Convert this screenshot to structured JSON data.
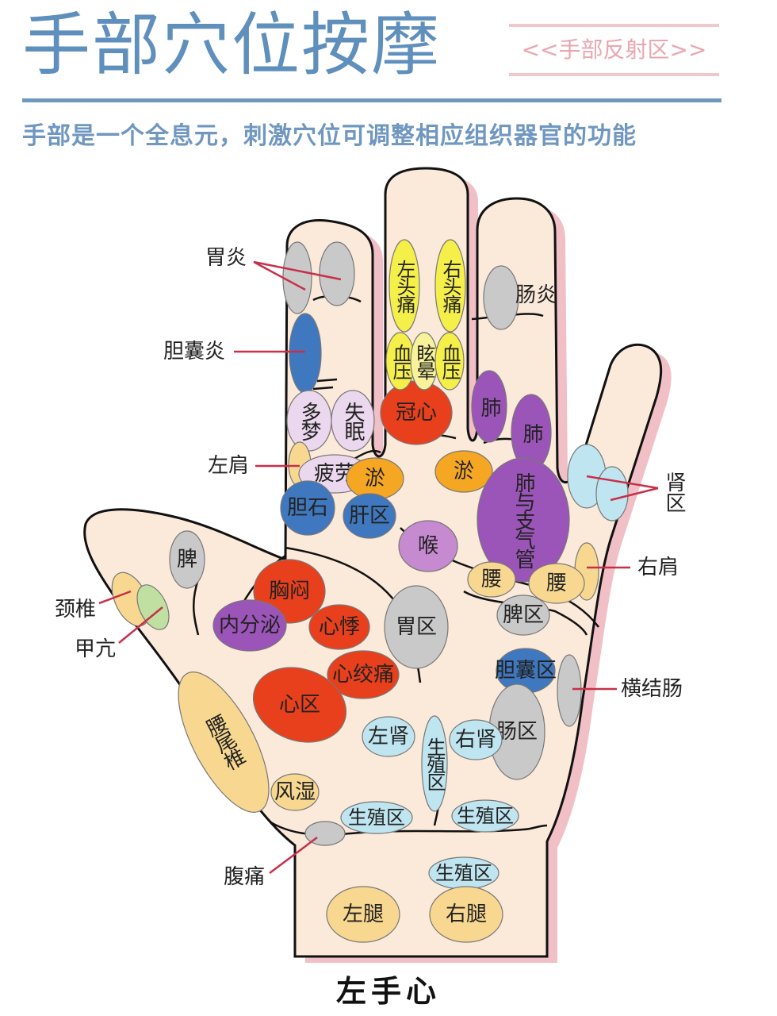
{
  "header": {
    "title": "手部穴位按摩",
    "badge": "<<手部反射区>>",
    "tagline": "手部是一个全息元，刺激穴位可调整相应组织器官的功能"
  },
  "colors": {
    "title": "#5f8fbc",
    "badge": "#e9a6b0",
    "skin": "#fbe9da",
    "shadow": "#f0c0c6",
    "callout": "#c8304a"
  },
  "regions": [
    {
      "label": "",
      "color": "#c9c9c9"
    },
    {
      "label": "",
      "color": "#c9c9c9"
    },
    {
      "label": "",
      "color": "#3f78be"
    },
    {
      "label": "多梦",
      "color": "#ecd8ee"
    },
    {
      "label": "失眠",
      "color": "#ecd8ee"
    },
    {
      "label": "",
      "color": "#f8d890"
    },
    {
      "label": "疲劳",
      "color": "#ecd8ee"
    },
    {
      "label": "胆石",
      "color": "#3f78be"
    },
    {
      "label": "淤",
      "color": "#f5a623"
    },
    {
      "label": "淤",
      "color": "#f5a623"
    },
    {
      "label": "肝区",
      "color": "#3f78be"
    },
    {
      "label": "喉",
      "color": "#c58ad0"
    },
    {
      "label": "冠心",
      "color": "#e8401c"
    },
    {
      "label": "左头痛",
      "color": "#f5ef4a"
    },
    {
      "label": "右头痛",
      "color": "#f5ef4a"
    },
    {
      "label": "血压",
      "color": "#f5ef4a"
    },
    {
      "label": "眩晕",
      "color": "#f8f29a"
    },
    {
      "label": "血压",
      "color": "#f5ef4a"
    },
    {
      "label": "",
      "color": "#c9c9c9"
    },
    {
      "label": "肺",
      "color": "#9b55b8"
    },
    {
      "label": "肺",
      "color": "#9b55b8"
    },
    {
      "label": "肺与支气管",
      "color": "#9b55b8"
    },
    {
      "label": "",
      "color": "#bfe6f0"
    },
    {
      "label": "",
      "color": "#bfe6f0"
    },
    {
      "label": "",
      "color": "#f8d890"
    },
    {
      "label": "腰",
      "color": "#f8d890"
    },
    {
      "label": "腰",
      "color": "#f8d890"
    },
    {
      "label": "脾",
      "color": "#c9c9c9"
    },
    {
      "label": "",
      "color": "#f8d890"
    },
    {
      "label": "",
      "color": "#bfe0a0"
    },
    {
      "label": "胸闷",
      "color": "#e8401c"
    },
    {
      "label": "内分泌",
      "color": "#9b55b8"
    },
    {
      "label": "心悸",
      "color": "#e8401c"
    },
    {
      "label": "心绞痛",
      "color": "#e8401c"
    },
    {
      "label": "心区",
      "color": "#e8401c"
    },
    {
      "label": "胃区",
      "color": "#c9c9c9"
    },
    {
      "label": "脾区",
      "color": "#c9c9c9"
    },
    {
      "label": "胆囊区",
      "color": "#3f78be"
    },
    {
      "label": "",
      "color": "#c9c9c9"
    },
    {
      "label": "肠区",
      "color": "#c9c9c9"
    },
    {
      "label": "左肾",
      "color": "#bfe6f0"
    },
    {
      "label": "右肾",
      "color": "#bfe6f0"
    },
    {
      "label": "生殖区",
      "color": "#bfe6f0"
    },
    {
      "label": "腰尾椎",
      "color": "#f8d890"
    },
    {
      "label": "风湿",
      "color": "#f8d890"
    },
    {
      "label": "生殖区",
      "color": "#bfe6f0"
    },
    {
      "label": "生殖区",
      "color": "#bfe6f0"
    },
    {
      "label": "生殖区",
      "color": "#bfe6f0"
    },
    {
      "label": "",
      "color": "#c9c9c9"
    },
    {
      "label": "左腿",
      "color": "#f8d890"
    },
    {
      "label": "右腿",
      "color": "#f8d890"
    }
  ],
  "callouts": [
    {
      "label": "胃炎"
    },
    {
      "label": "胆囊炎"
    },
    {
      "label": "左肩"
    },
    {
      "label": "肠炎"
    },
    {
      "label": "肾区"
    },
    {
      "label": "右肩"
    },
    {
      "label": "颈椎"
    },
    {
      "label": "甲亢"
    },
    {
      "label": "横结肠"
    },
    {
      "label": "腹痛"
    }
  ],
  "caption": "左手心"
}
